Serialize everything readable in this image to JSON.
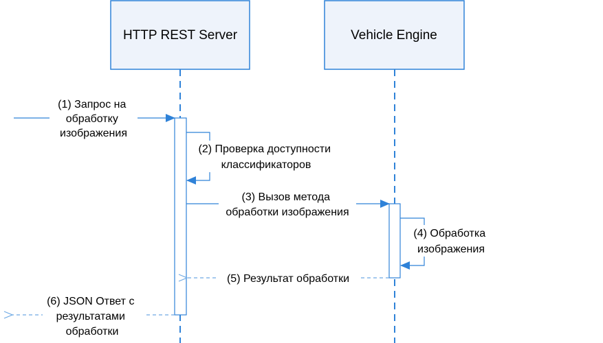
{
  "participants": [
    {
      "id": "server",
      "label": "HTTP REST Server"
    },
    {
      "id": "engine",
      "label": "Vehicle Engine"
    }
  ],
  "messages": [
    {
      "id": "m1",
      "lines": [
        "(1) Запрос на",
        "обработку",
        "изображения"
      ],
      "style": "solid"
    },
    {
      "id": "m2",
      "lines": [
        "(2) Проверка доступности",
        "классификаторов"
      ],
      "style": "solid"
    },
    {
      "id": "m3",
      "lines": [
        "(3) Вызов метода",
        "обработки изображения"
      ],
      "style": "solid"
    },
    {
      "id": "m4",
      "lines": [
        "(4) Обработка",
        "изображения"
      ],
      "style": "solid"
    },
    {
      "id": "m5",
      "lines": [
        "(5) Результат обработки"
      ],
      "style": "dashed"
    },
    {
      "id": "m6",
      "lines": [
        "(6) JSON Ответ с",
        "результатами",
        "обработки"
      ],
      "style": "dashed"
    }
  ],
  "colors": {
    "accent": "#2f82d8",
    "return": "#6ea9e4",
    "box_fill": "#eef3fb"
  }
}
